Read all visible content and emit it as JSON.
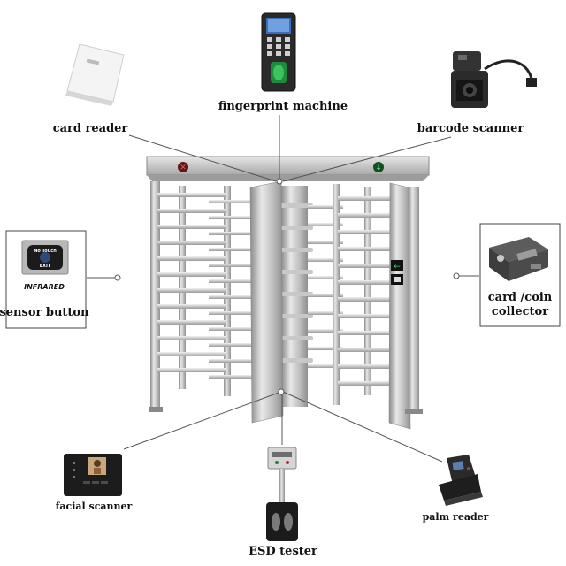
{
  "labels": {
    "fingerprint": "fingerprint machine",
    "card_reader": "card reader",
    "barcode_scanner": "barcode scanner",
    "infrared": "INFRARED",
    "sensor_button": "sensor button",
    "card_coin_line1": "card /coin",
    "card_coin_line2": "collector",
    "facial_scanner": "facial scanner",
    "esd_tester": "ESD tester",
    "palm_reader": "palm reader",
    "exit_text": "EXIT",
    "no_touch": "No Touch"
  },
  "colors": {
    "steel_light": "#d9d9d9",
    "steel_mid": "#b0b0b0",
    "steel_dark": "#7d7d7d",
    "red_light": "#c0282d",
    "green_light": "#2ea44f",
    "line": "#555555"
  },
  "icons": [
    "fingerprint-machine-icon",
    "card-reader-icon",
    "barcode-scanner-icon",
    "sensor-button-icon",
    "coin-collector-icon",
    "facial-scanner-icon",
    "esd-tester-icon",
    "palm-reader-icon",
    "stop-light-icon",
    "go-light-icon"
  ]
}
